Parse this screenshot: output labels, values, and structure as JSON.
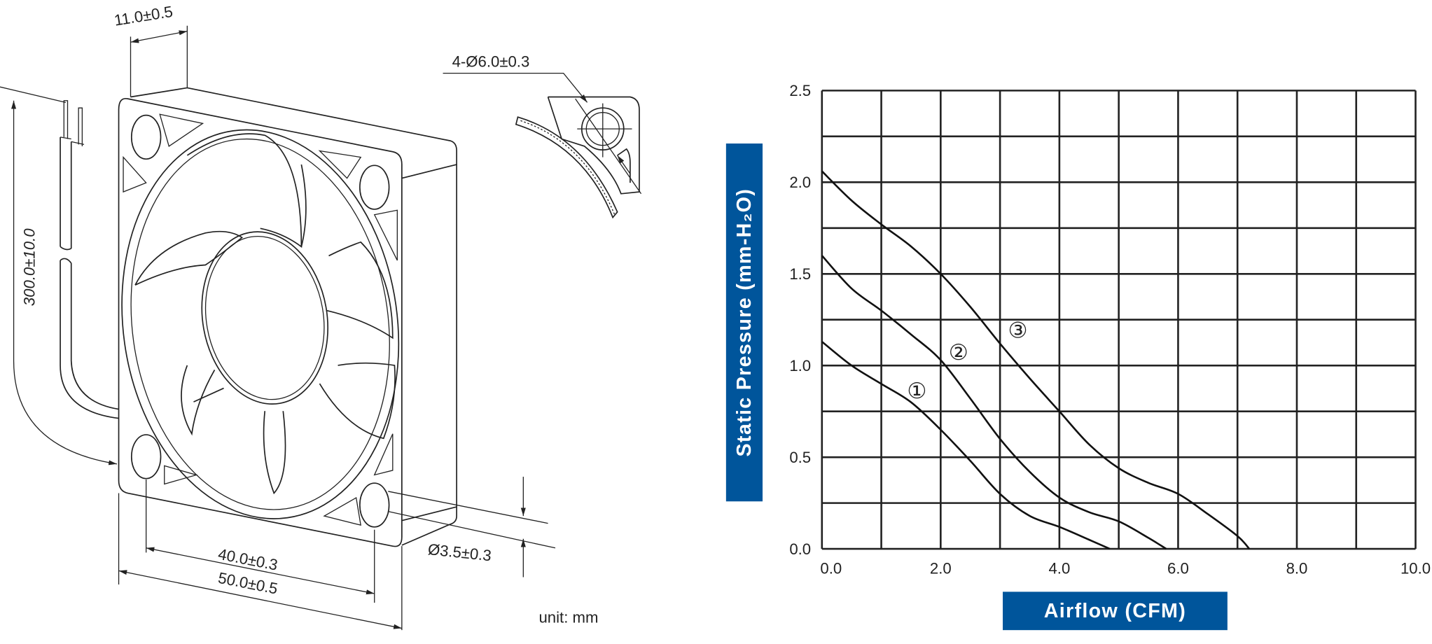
{
  "drawing": {
    "thickness_dim": "11.0±0.5",
    "lead_length_dim": "300.0±10.0",
    "hole_dia_dim": "4-Ø6.0±0.3",
    "hole_pitch_dim": "40.0±0.3",
    "frame_size_dim": "50.0±0.5",
    "screw_dim": "Ø3.5±0.3",
    "unit_note": "unit: mm"
  },
  "chart_data": {
    "type": "line",
    "xlabel": "Airflow (CFM)",
    "ylabel": "Static Pressure (mm-H₂O)",
    "xlim": [
      0,
      10
    ],
    "ylim": [
      0,
      2.5
    ],
    "x_ticks": [
      "0.0",
      "2.0",
      "4.0",
      "6.0",
      "8.0",
      "10.0"
    ],
    "y_ticks": [
      "0.0",
      "0.5",
      "1.0",
      "1.5",
      "2.0",
      "2.5"
    ],
    "grid": true,
    "label_color": "#00559B",
    "series": [
      {
        "name": "①",
        "points": [
          [
            0,
            1.13
          ],
          [
            0.5,
            1.0
          ],
          [
            1,
            0.9
          ],
          [
            1.5,
            0.8
          ],
          [
            2,
            0.65
          ],
          [
            2.5,
            0.48
          ],
          [
            3,
            0.3
          ],
          [
            3.5,
            0.18
          ],
          [
            4,
            0.12
          ],
          [
            4.5,
            0.05
          ],
          [
            4.85,
            0
          ]
        ],
        "label_at": [
          1.6,
          0.86
        ]
      },
      {
        "name": "②",
        "points": [
          [
            0,
            1.6
          ],
          [
            0.5,
            1.42
          ],
          [
            1,
            1.3
          ],
          [
            1.5,
            1.17
          ],
          [
            2,
            1.03
          ],
          [
            2.5,
            0.82
          ],
          [
            3,
            0.6
          ],
          [
            3.5,
            0.42
          ],
          [
            4,
            0.28
          ],
          [
            4.5,
            0.2
          ],
          [
            5,
            0.15
          ],
          [
            5.5,
            0.06
          ],
          [
            5.8,
            0
          ]
        ],
        "label_at": [
          2.3,
          1.07
        ]
      },
      {
        "name": "③",
        "points": [
          [
            0,
            2.06
          ],
          [
            0.5,
            1.9
          ],
          [
            1,
            1.77
          ],
          [
            1.5,
            1.65
          ],
          [
            2,
            1.5
          ],
          [
            2.5,
            1.32
          ],
          [
            3,
            1.12
          ],
          [
            3.5,
            0.93
          ],
          [
            4,
            0.75
          ],
          [
            4.5,
            0.57
          ],
          [
            5,
            0.44
          ],
          [
            5.5,
            0.36
          ],
          [
            6,
            0.3
          ],
          [
            6.5,
            0.19
          ],
          [
            7,
            0.07
          ],
          [
            7.2,
            0
          ]
        ],
        "label_at": [
          3.3,
          1.19
        ]
      }
    ]
  }
}
